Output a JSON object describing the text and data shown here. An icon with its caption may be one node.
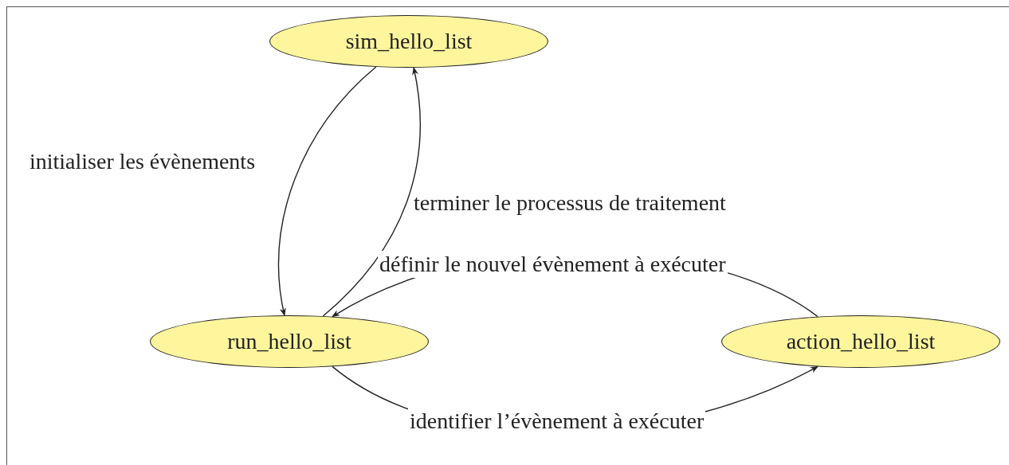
{
  "diagram": {
    "nodes": [
      {
        "text": [
          "sim_hello_list"
        ]
      },
      {
        "text": [
          "run_hello_list"
        ]
      },
      {
        "text": [
          "action_hello_list"
        ]
      }
    ],
    "edges": [
      {
        "from": 0,
        "to": 1,
        "arrow": "to",
        "label": "initialiser les évènements"
      },
      {
        "from": 1,
        "to": 0,
        "arrow": "to",
        "label": "terminer le processus de traitement"
      },
      {
        "from": 2,
        "to": 1,
        "arrow": "to",
        "label": "définir le nouvel évènement à exécuter"
      },
      {
        "from": 1,
        "to": 2,
        "arrow": "to",
        "label": "identifier l’évènement à exécuter"
      }
    ]
  }
}
